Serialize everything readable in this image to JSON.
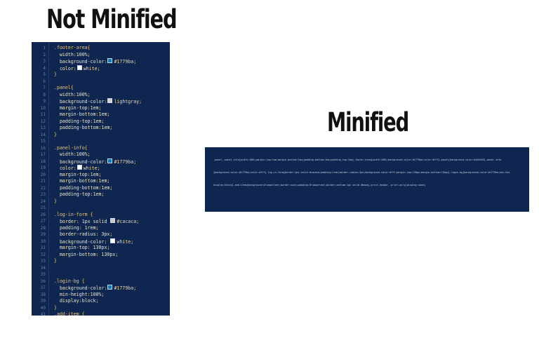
{
  "headings": {
    "left": "Not Minified",
    "right": "Minified"
  },
  "colors": {
    "panel_bg": "#0f2750",
    "swatch_blue": "#1779ba",
    "swatch_white": "#ffffff",
    "swatch_lightgray": "#d3d3d3",
    "swatch_cacaca": "#cacaca"
  },
  "code_lines": [
    {
      "n": "1",
      "t": ".footer-area{"
    },
    {
      "n": "2",
      "t": "  width:100%;"
    },
    {
      "n": "3",
      "t": "  background-color:",
      "sw": "#1779ba",
      "v": "#1779ba;"
    },
    {
      "n": "4",
      "t": "  color:",
      "sw": "#ffffff",
      "v": "white;"
    },
    {
      "n": "5",
      "t": "}"
    },
    {
      "n": "6",
      "t": ""
    },
    {
      "n": "7",
      "t": ".panel{"
    },
    {
      "n": "8",
      "t": "  width:100%;"
    },
    {
      "n": "9",
      "t": "  background-color:",
      "sw": "#d3d3d3",
      "v": "lightgray;"
    },
    {
      "n": "10",
      "t": "  margin-top:1em;"
    },
    {
      "n": "11",
      "t": "  margin-bottom:1em;"
    },
    {
      "n": "12",
      "t": "  padding-top:1em;"
    },
    {
      "n": "13",
      "t": "  padding-bottom:1em;"
    },
    {
      "n": "14",
      "t": "}"
    },
    {
      "n": "15",
      "t": ""
    },
    {
      "n": "16",
      "t": ".panel-info{"
    },
    {
      "n": "17",
      "t": "  width:100%;"
    },
    {
      "n": "18",
      "t": "  background-color:",
      "sw": "#1779ba",
      "v": "#1779ba;"
    },
    {
      "n": "19",
      "t": "  color:",
      "sw": "#ffffff",
      "v": "white;"
    },
    {
      "n": "20",
      "t": "  margin-top:1em;"
    },
    {
      "n": "21",
      "t": "  margin-bottom:1em;"
    },
    {
      "n": "22",
      "t": "  padding-bottom:1em;"
    },
    {
      "n": "23",
      "t": "  padding-top:1em;"
    },
    {
      "n": "24",
      "t": "}"
    },
    {
      "n": "25",
      "t": ""
    },
    {
      "n": "26",
      "t": ".log-in-form {"
    },
    {
      "n": "27",
      "t": "  border: 1px solid ",
      "sw": "#cacaca",
      "v": "#cacaca;"
    },
    {
      "n": "28",
      "t": "  padding: 1rem;"
    },
    {
      "n": "29",
      "t": "  border-radius: 3px;"
    },
    {
      "n": "30",
      "t": "  background-color: ",
      "sw": "#ffffff",
      "v": "white;"
    },
    {
      "n": "31",
      "t": "  margin-top: 130px;"
    },
    {
      "n": "32",
      "t": "  margin-bottom: 130px;"
    },
    {
      "n": "33",
      "t": "}"
    },
    {
      "n": "34",
      "t": ""
    },
    {
      "n": "35",
      "t": ""
    },
    {
      "n": "36",
      "t": ".login-bg {"
    },
    {
      "n": "37",
      "t": "  background-color:",
      "sw": "#1779ba",
      "v": "#1779ba;"
    },
    {
      "n": "38",
      "t": "  min-height:100%;"
    },
    {
      "n": "39",
      "t": "  display:block;"
    },
    {
      "n": "40",
      "t": "}"
    },
    {
      "n": "41",
      "t": ".add-item {"
    }
  ],
  "minified_lines": [
    ".panel,.panel-info{width:100%;margin-top:1em;margin-bottom:1em;padding-bottom:1em;padding-top:1em}.footer-area{width:100%;background-color:#1779ba;color:#fff}.panel{background-color:#d3d3d3}.panel-info",
    "{background-color:#1779ba;color:#fff}.log-in-form{border:1px solid #cacaca;padding:1rem;border-radius:3px;background-color:#fff;margin-top:130px;margin-bottom:130px}.login-bg{background-color:#1779ba;min-hei",
    "display:block}.add-item{background:0!important;border:none;padding:0!important;border-bottom:1px solid #0aaa}.print-header,.print-only{display:none}"
  ]
}
